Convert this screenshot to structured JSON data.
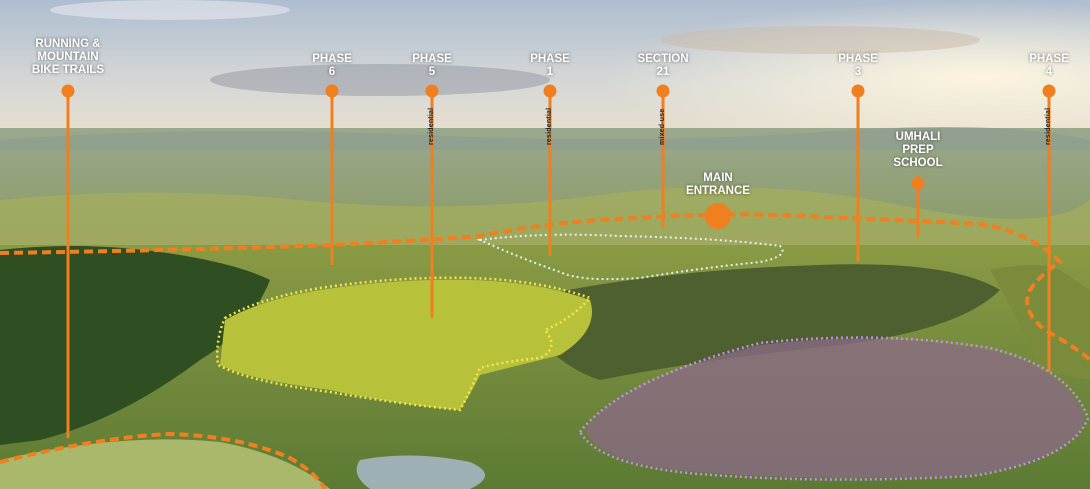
{
  "markers": [
    {
      "id": "trails",
      "lines": [
        "RUNNING &",
        "MOUNTAIN",
        "BIKE TRAILS"
      ],
      "sub": ""
    },
    {
      "id": "phase6",
      "lines": [
        "PHASE",
        "6"
      ],
      "sub": ""
    },
    {
      "id": "phase5",
      "lines": [
        "PHASE",
        "5"
      ],
      "sub": "residential"
    },
    {
      "id": "phase1",
      "lines": [
        "PHASE",
        "1"
      ],
      "sub": "residential"
    },
    {
      "id": "section21",
      "lines": [
        "SECTION",
        "21"
      ],
      "sub": "mixed-use"
    },
    {
      "id": "phase3",
      "lines": [
        "PHASE",
        "3"
      ],
      "sub": ""
    },
    {
      "id": "phase4",
      "lines": [
        "PHASE",
        "4"
      ],
      "sub": "residential"
    }
  ],
  "entrance": {
    "lines": [
      "MAIN",
      "ENTRANCE"
    ]
  },
  "school": {
    "lines": [
      "UMHALI",
      "PREP",
      "SCHOOL"
    ]
  },
  "colors": {
    "accent": "#f07f1f",
    "zone_yellow": "#f2e64a",
    "zone_light": "#dff3f0",
    "zone_purple": "#c58cf0"
  }
}
